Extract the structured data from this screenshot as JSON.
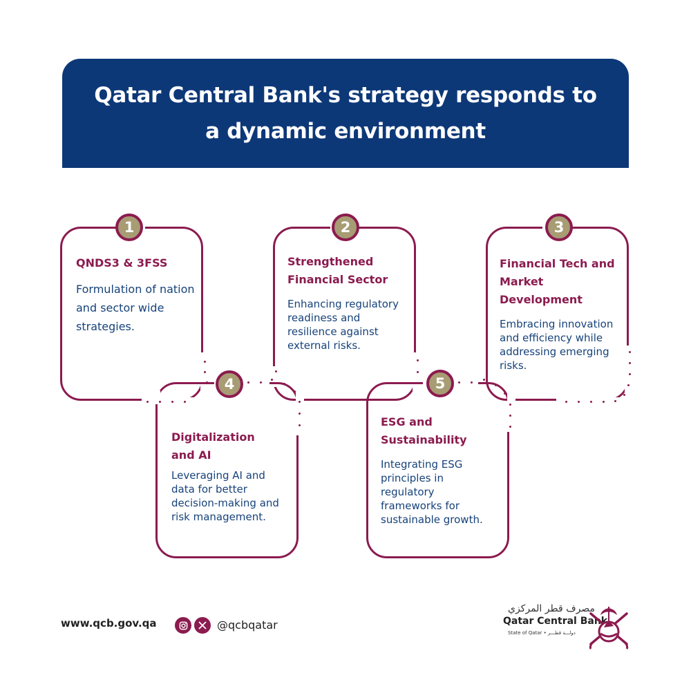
{
  "header": {
    "title_line1": "Qatar Central Bank's strategy responds to",
    "title_line2": "a dynamic environment"
  },
  "cards": [
    {
      "number": "1",
      "title": "QNDS3 & 3FSS",
      "description": [
        "Formulation of nation",
        "and sector wide",
        "strategies."
      ]
    },
    {
      "number": "2",
      "title": "Strengthened Financial Sector",
      "title_lines": [
        "Strengthened",
        "Financial Sector"
      ],
      "description": [
        "Enhancing regulatory",
        "readiness and",
        "resilience against",
        "external risks."
      ]
    },
    {
      "number": "3",
      "title": "Financial Tech and Market Development",
      "title_lines": [
        "Financial Tech and",
        "Market",
        "Development"
      ],
      "description": [
        "Embracing innovation",
        "and efficiency while",
        "addressing emerging",
        "risks."
      ]
    },
    {
      "number": "4",
      "title": "Digitalization and AI",
      "title_lines": [
        "Digitalization",
        "and AI"
      ],
      "description": [
        "Leveraging AI and",
        "data for better",
        "decision-making and",
        "risk management."
      ]
    },
    {
      "number": "5",
      "title": "ESG and Sustainability",
      "title_lines": [
        "ESG and",
        "Sustainability"
      ],
      "description": [
        "Integrating ESG",
        "principles in",
        "regulatory",
        "frameworks for",
        "sustainable growth."
      ]
    }
  ],
  "footer": {
    "website": "www.qcb.gov.qa",
    "social_icons": [
      "instagram-icon",
      "x-icon"
    ],
    "handle": "@qcbqatar",
    "logo_arabic": "مصرف قطر المركزي",
    "logo_english": "Qatar Central Bank",
    "logo_sub": "State of Qatar • دولـــة قطـــر"
  },
  "colors": {
    "navy": "#0d3878",
    "maroon": "#8b1b4f",
    "gold": "#a79c73",
    "text_blue": "#16427a"
  }
}
